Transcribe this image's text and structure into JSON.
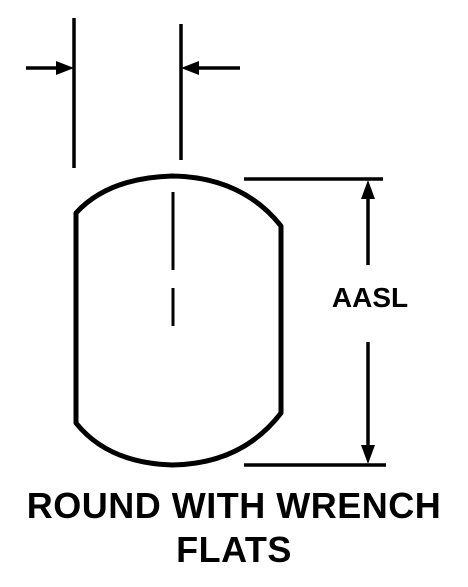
{
  "diagram": {
    "dimension_label": "AASL",
    "caption_line_1": "ROUND WITH WRENCH",
    "caption_line_2": "FLATS",
    "line_color": "#000000",
    "background_color": "#ffffff"
  }
}
